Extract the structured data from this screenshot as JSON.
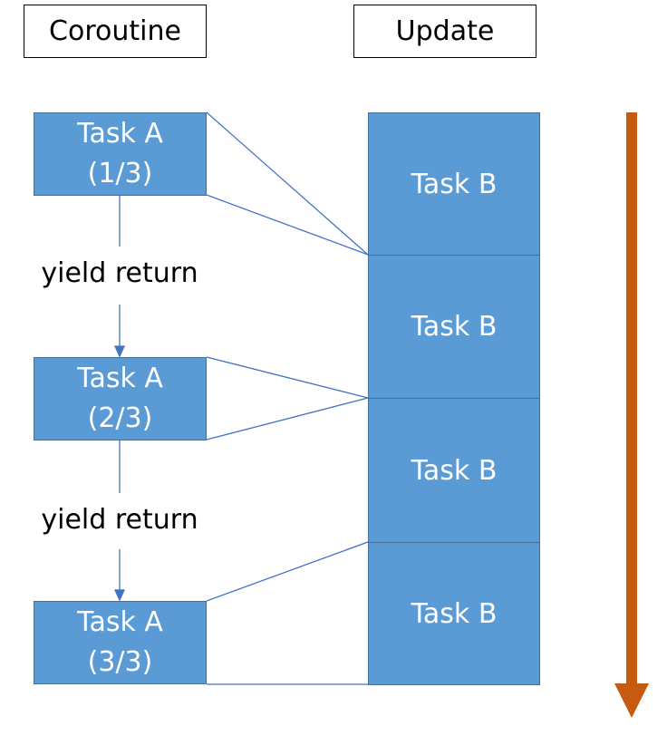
{
  "headers": {
    "coroutine": "Coroutine",
    "update": "Update"
  },
  "coroutine_tasks": [
    {
      "name": "Task A",
      "step": "(1/3)"
    },
    {
      "name": "Task A",
      "step": "(2/3)"
    },
    {
      "name": "Task A",
      "step": "(3/3)"
    }
  ],
  "yield_labels": [
    "yield return",
    "yield return"
  ],
  "update_tasks": [
    "Task B",
    "Task B",
    "Task B",
    "Task B"
  ],
  "colors": {
    "box_fill": "#5b9bd5",
    "box_border": "#41719c",
    "connector_line": "#4472c4",
    "time_arrow": "#c55a11"
  }
}
